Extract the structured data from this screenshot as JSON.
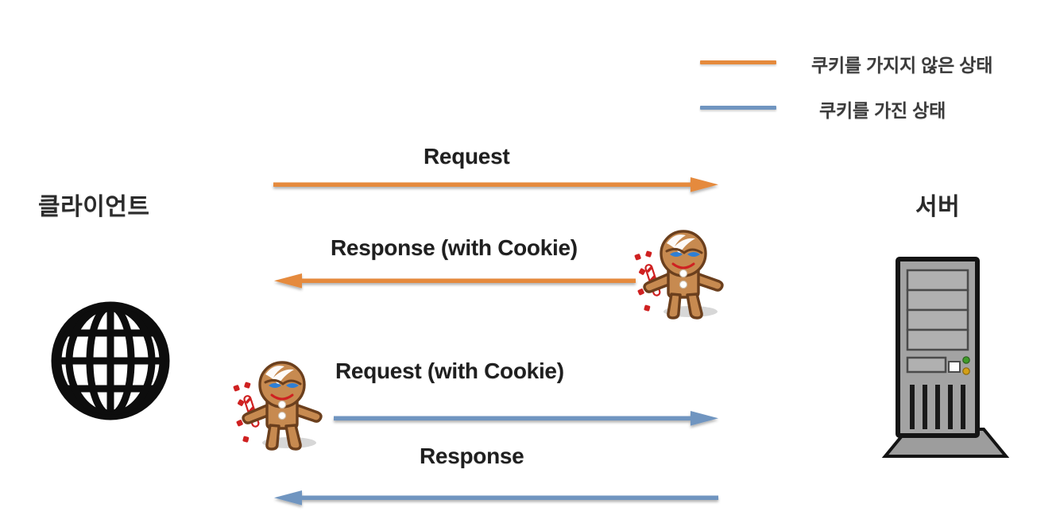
{
  "diagram": {
    "title_internal": "HTTP cookie request-response flow between client and server",
    "background": "#ffffff",
    "colors": {
      "no_cookie_flow": "#E58A3C",
      "with_cookie_flow": "#7095C0",
      "text": "#1f1f1f",
      "legend_text": "#3b3b3b",
      "server_body": "#9d9d9d",
      "server_outline": "#1a1a1a",
      "led_green": "#3f9b29",
      "led_amber": "#d4a017",
      "cookie_body": "#c78a50",
      "cookie_outline": "#6b3f1d",
      "cookie_eye": "#2f7fd4",
      "candy_red": "#cf2121"
    }
  },
  "legend": {
    "items": [
      {
        "label": "쿠키를 가지지 않은 상태",
        "color": "#E58A3C",
        "swatch_name": "legend-swatch-orange"
      },
      {
        "label": "쿠키를 가진 상태",
        "color": "#7095C0",
        "swatch_name": "legend-swatch-blue"
      }
    ]
  },
  "endpoints": {
    "client": {
      "label": "클라이언트",
      "icon": "globe-icon"
    },
    "server": {
      "label": "서버",
      "icon": "server-tower-icon"
    }
  },
  "flows": [
    {
      "id": "request",
      "label": "Request",
      "direction": "right",
      "color": "#E58A3C",
      "state": "쿠키를 가지지 않은 상태"
    },
    {
      "id": "response-with-cookie",
      "label": "Response (with Cookie)",
      "direction": "left",
      "color": "#E58A3C",
      "state": "쿠키를 가지지 않은 상태"
    },
    {
      "id": "request-with-cookie",
      "label": "Request (with Cookie)",
      "direction": "right",
      "color": "#7095C0",
      "state": "쿠키를 가진 상태"
    },
    {
      "id": "response",
      "label": "Response",
      "direction": "left",
      "color": "#7095C0",
      "state": "쿠키를 가진 상태"
    }
  ],
  "cookie_characters": [
    {
      "id": "cookie-from-server",
      "near_flow": "response-with-cookie"
    },
    {
      "id": "cookie-from-client",
      "near_flow": "request-with-cookie"
    }
  ]
}
